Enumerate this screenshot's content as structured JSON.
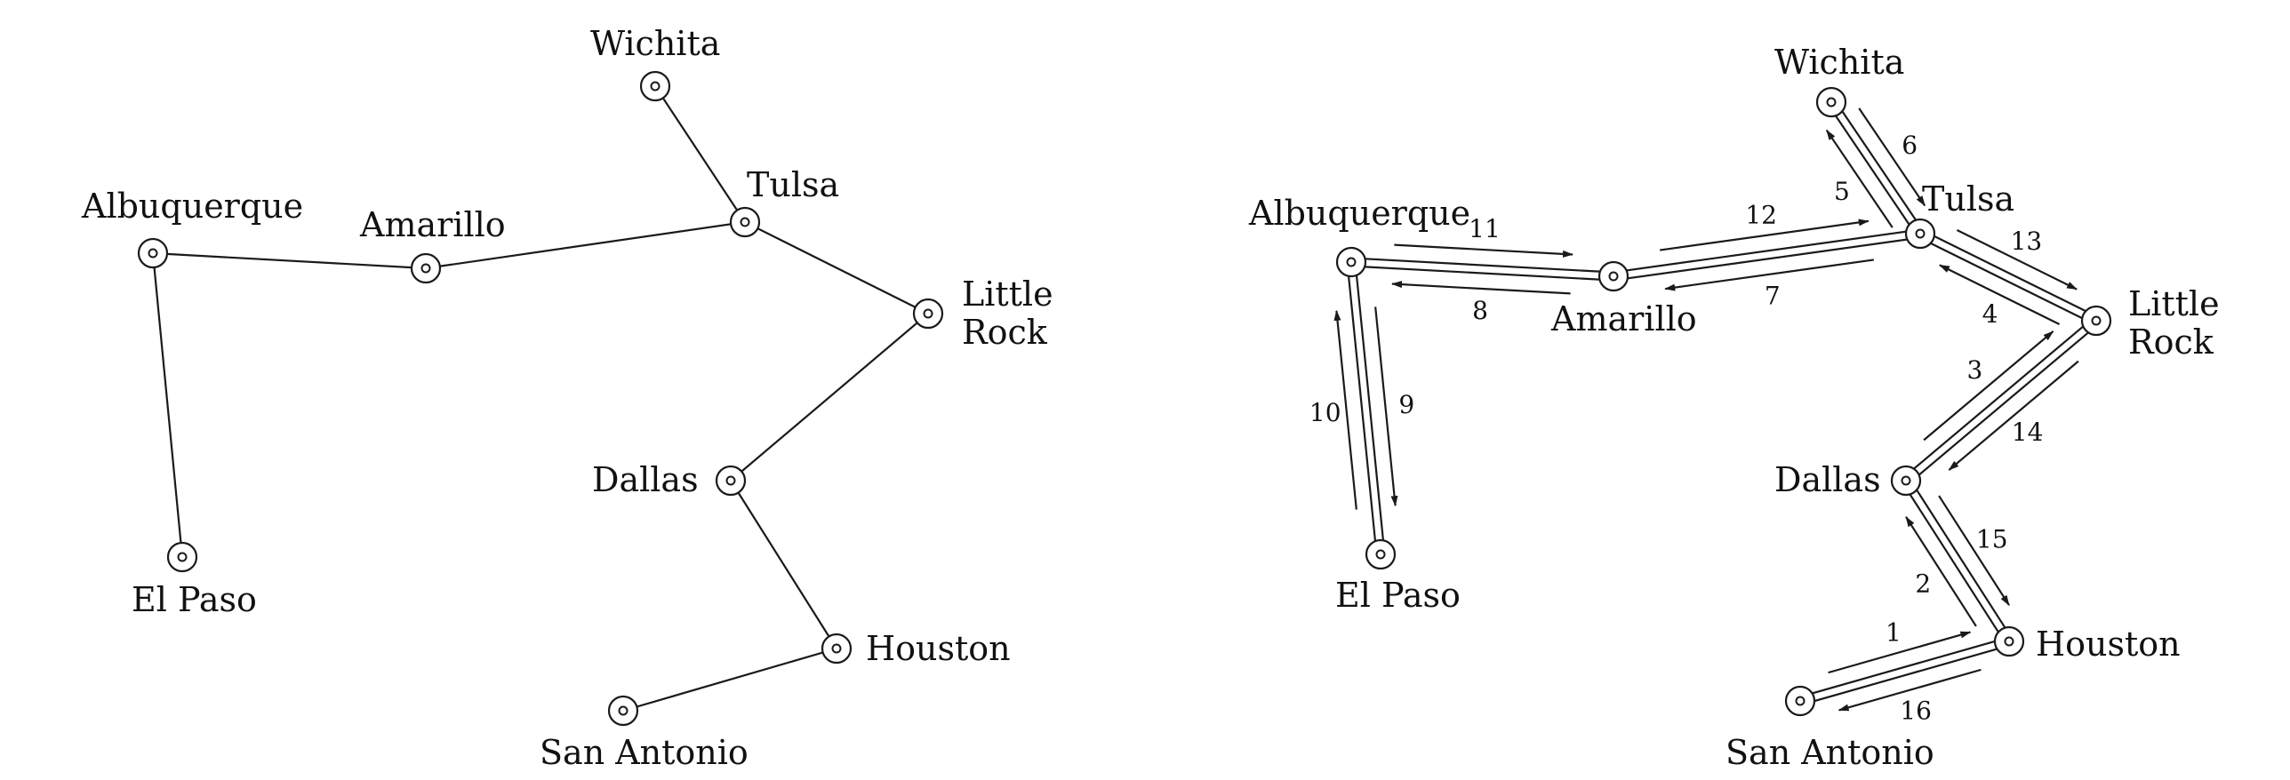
{
  "cities": {
    "wichita": "Wichita",
    "tulsa": "Tulsa",
    "albuquerque": "Albuquerque",
    "amarillo": "Amarillo",
    "little_rock_line1": "Little",
    "little_rock_line2": "Rock",
    "dallas": "Dallas",
    "el_paso": "El Paso",
    "houston": "Houston",
    "san_antonio": "San Antonio"
  },
  "left_tree_edges": [
    [
      "wichita",
      "tulsa"
    ],
    [
      "tulsa",
      "amarillo"
    ],
    [
      "amarillo",
      "albuquerque"
    ],
    [
      "albuquerque",
      "el_paso"
    ],
    [
      "tulsa",
      "little_rock"
    ],
    [
      "little_rock",
      "dallas"
    ],
    [
      "dallas",
      "houston"
    ],
    [
      "houston",
      "san_antonio"
    ]
  ],
  "traversal_steps": [
    {
      "step": "1",
      "from": "san_antonio",
      "to": "houston"
    },
    {
      "step": "2",
      "from": "houston",
      "to": "dallas"
    },
    {
      "step": "3",
      "from": "dallas",
      "to": "little_rock"
    },
    {
      "step": "4",
      "from": "little_rock",
      "to": "tulsa"
    },
    {
      "step": "5",
      "from": "tulsa",
      "to": "wichita"
    },
    {
      "step": "6",
      "from": "wichita",
      "to": "tulsa"
    },
    {
      "step": "7",
      "from": "tulsa",
      "to": "amarillo"
    },
    {
      "step": "8",
      "from": "amarillo",
      "to": "albuquerque"
    },
    {
      "step": "9",
      "from": "albuquerque",
      "to": "el_paso"
    },
    {
      "step": "10",
      "from": "el_paso",
      "to": "albuquerque"
    },
    {
      "step": "11",
      "from": "albuquerque",
      "to": "amarillo"
    },
    {
      "step": "12",
      "from": "amarillo",
      "to": "tulsa"
    },
    {
      "step": "13",
      "from": "tulsa",
      "to": "little_rock"
    },
    {
      "step": "14",
      "from": "little_rock",
      "to": "dallas"
    },
    {
      "step": "15",
      "from": "dallas",
      "to": "houston"
    },
    {
      "step": "16",
      "from": "houston",
      "to": "san_antonio"
    }
  ]
}
